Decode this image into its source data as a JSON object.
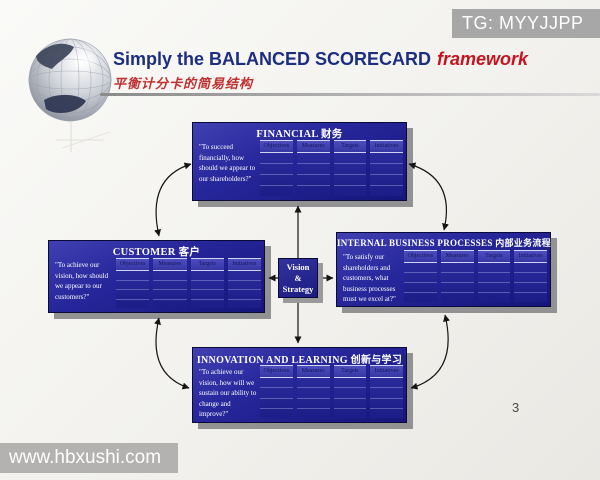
{
  "badge": {
    "label": "TG: MYYJJPP"
  },
  "header": {
    "title_main": "Simply the BALANCED SCORECARD",
    "title_accent": "framework",
    "subtitle_cn": "平衡计分卡的简易结构"
  },
  "watermark": {
    "label": "www.hbxushi.com"
  },
  "page_number": "3",
  "center_box": {
    "line1": "Vision",
    "line2": "&",
    "line3": "Strategy"
  },
  "columns": [
    "Objectives",
    "Measures",
    "Targets",
    "Initiatives"
  ],
  "boxes": {
    "financial": {
      "title": "FINANCIAL 财务",
      "quote": "\"To succeed financially, how should we appear to our shareholders?\""
    },
    "customer": {
      "title": "CUSTOMER 客户",
      "quote": "\"To achieve our vision, how should we appear to our customers?\""
    },
    "internal": {
      "title": "INTERNAL BUSINESS PROCESSES 内部业务流程",
      "quote": "\"To satisfy our shareholders and customers, what business processes must we excel at?\""
    },
    "innovation": {
      "title": "INNOVATION AND LEARNING 创新与学习",
      "quote": "\"To achieve our vision, how will we sustain our ability to change and improve?\""
    }
  },
  "colors": {
    "box_blue": "#23239a",
    "title_navy": "#1c2e80",
    "accent_red": "#c41420",
    "shadow_gray": "#929292",
    "badge_gray": "#a7a7a7"
  }
}
